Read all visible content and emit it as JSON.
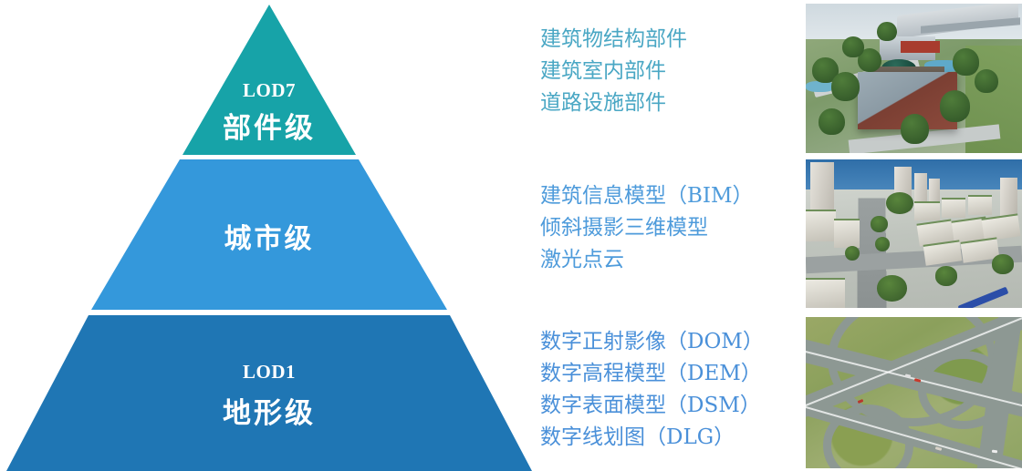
{
  "diagram": {
    "type": "pyramid",
    "title": "",
    "tiers": [
      {
        "id": "lod7",
        "code": "LOD7",
        "name": "部件级",
        "color": "#17A3A8",
        "descriptions": [
          "建筑物结构部件",
          "建筑室内部件",
          "道路设施部件"
        ],
        "description_color": "#4AA7C4",
        "photo_name": "building-component-3d-model-photo"
      },
      {
        "id": "city",
        "code": "",
        "name": "城市级",
        "color": "#3498DB",
        "descriptions": [
          "建筑信息模型（BIM）",
          "倾斜摄影三维模型",
          "激光点云"
        ],
        "description_color": "#4E9BDB",
        "photo_name": "oblique-photogrammetry-city-photo"
      },
      {
        "id": "lod1",
        "code": "LOD1",
        "name": "地形级",
        "color": "#1F76B4",
        "descriptions": [
          "数字正射影像（DOM）",
          "数字高程模型（DEM）",
          "数字表面模型（DSM）",
          "数字线划图（DLG）"
        ],
        "description_color": "#4A90D9",
        "photo_name": "orthophoto-highway-interchange-photo"
      }
    ]
  },
  "colors": {
    "background": "#FFFFFF",
    "tier_top": "#17A3A8",
    "tier_middle": "#3498DB",
    "tier_bottom": "#1F76B4",
    "label_text": "#FFFFFF"
  }
}
